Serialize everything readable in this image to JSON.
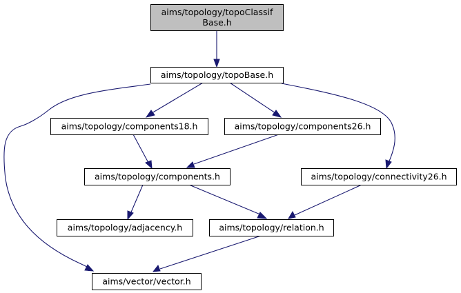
{
  "colors": {
    "edge": "#191970",
    "root_fill": "#bfbfbf",
    "node_fill": "#ffffff",
    "node_stroke": "#000000"
  },
  "nodes": [
    {
      "id": "topoClassifBase",
      "lines": [
        "aims/topology/topoClassif",
        "Base.h"
      ],
      "root": true
    },
    {
      "id": "topoBase",
      "lines": [
        "aims/topology/topoBase.h"
      ]
    },
    {
      "id": "components18",
      "lines": [
        "aims/topology/components18.h"
      ]
    },
    {
      "id": "components26",
      "lines": [
        "aims/topology/components26.h"
      ]
    },
    {
      "id": "components",
      "lines": [
        "aims/topology/components.h"
      ]
    },
    {
      "id": "connectivity26",
      "lines": [
        "aims/topology/connectivity26.h"
      ]
    },
    {
      "id": "adjacency",
      "lines": [
        "aims/topology/adjacency.h"
      ]
    },
    {
      "id": "relation",
      "lines": [
        "aims/topology/relation.h"
      ]
    },
    {
      "id": "vector",
      "lines": [
        "aims/vector/vector.h"
      ]
    }
  ],
  "edges": [
    {
      "from": "topoClassifBase",
      "to": "topoBase"
    },
    {
      "from": "topoBase",
      "to": "components18"
    },
    {
      "from": "topoBase",
      "to": "components26"
    },
    {
      "from": "topoBase",
      "to": "connectivity26"
    },
    {
      "from": "topoBase",
      "to": "vector"
    },
    {
      "from": "components18",
      "to": "components"
    },
    {
      "from": "components26",
      "to": "components"
    },
    {
      "from": "components",
      "to": "adjacency"
    },
    {
      "from": "components",
      "to": "relation"
    },
    {
      "from": "connectivity26",
      "to": "relation"
    },
    {
      "from": "relation",
      "to": "vector"
    }
  ]
}
